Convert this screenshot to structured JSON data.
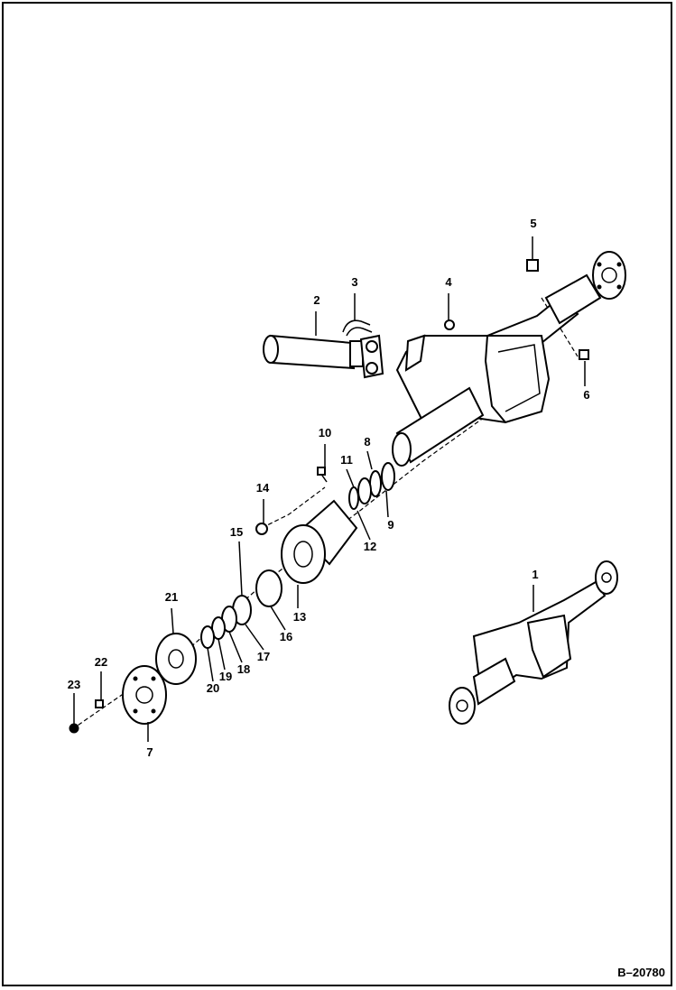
{
  "drawing": {
    "reference_number": "B–20780",
    "callouts": [
      {
        "id": "c1",
        "label": "1"
      },
      {
        "id": "c2",
        "label": "2"
      },
      {
        "id": "c3",
        "label": "3"
      },
      {
        "id": "c4",
        "label": "4"
      },
      {
        "id": "c5",
        "label": "5"
      },
      {
        "id": "c6",
        "label": "6"
      },
      {
        "id": "c7",
        "label": "7"
      },
      {
        "id": "c8",
        "label": "8"
      },
      {
        "id": "c9",
        "label": "9"
      },
      {
        "id": "c10",
        "label": "10"
      },
      {
        "id": "c11",
        "label": "11"
      },
      {
        "id": "c12",
        "label": "12"
      },
      {
        "id": "c13",
        "label": "13"
      },
      {
        "id": "c14",
        "label": "14"
      },
      {
        "id": "c15",
        "label": "15"
      },
      {
        "id": "c16",
        "label": "16"
      },
      {
        "id": "c17",
        "label": "17"
      },
      {
        "id": "c18",
        "label": "18"
      },
      {
        "id": "c19",
        "label": "19"
      },
      {
        "id": "c20",
        "label": "20"
      },
      {
        "id": "c21",
        "label": "21"
      },
      {
        "id": "c22",
        "label": "22"
      },
      {
        "id": "c23",
        "label": "23"
      }
    ]
  }
}
